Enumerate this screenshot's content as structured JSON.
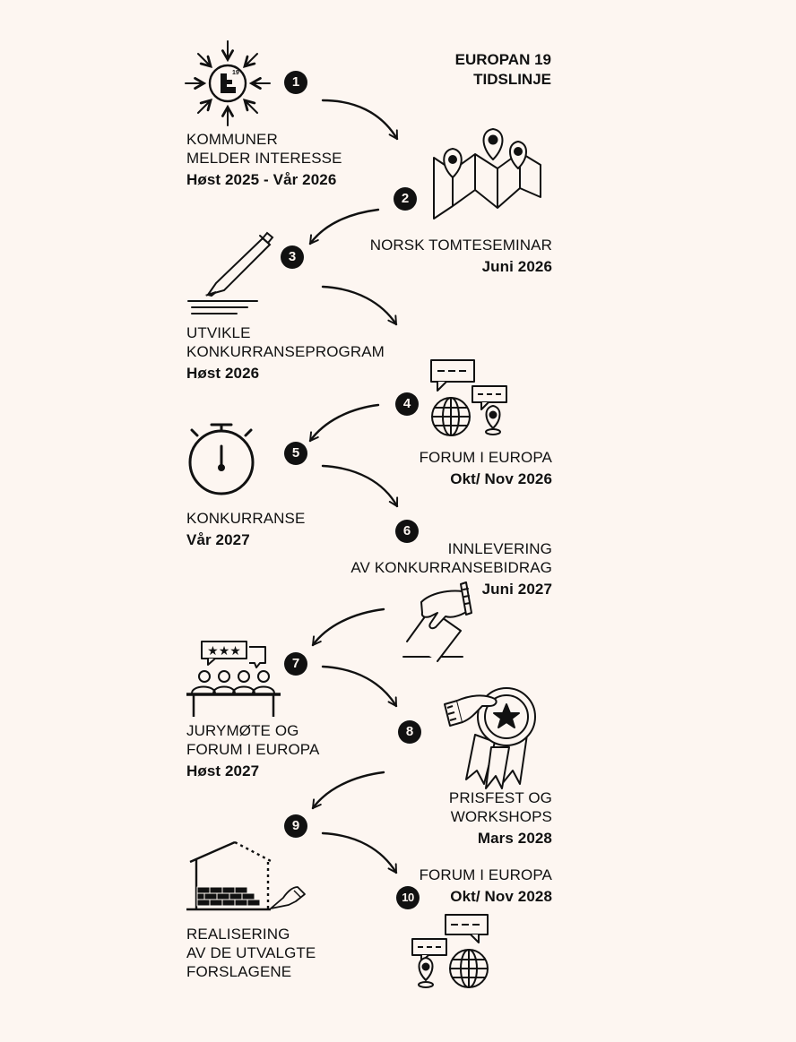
{
  "header": {
    "line1": "EUROPAN 19",
    "line2": "TIDSLINJE"
  },
  "steps": [
    {
      "number": "1",
      "label_lines": [
        "KOMMUNER",
        "MELDER INTERESSE"
      ],
      "date": "Høst 2025 - Vår 2026",
      "icon": "europan-logo-icon"
    },
    {
      "number": "2",
      "label_lines": [
        "NORSK TOMTESEMINAR"
      ],
      "date": "Juni 2026",
      "icon": "map-pins-icon"
    },
    {
      "number": "3",
      "label_lines": [
        "UTVIKLE",
        "KONKURRANSEPROGRAM"
      ],
      "date": "Høst 2026",
      "icon": "pen-writing-icon"
    },
    {
      "number": "4",
      "label_lines": [
        "FORUM I EUROPA"
      ],
      "date": "Okt/ Nov 2026",
      "icon": "globe-chat-icon"
    },
    {
      "number": "5",
      "label_lines": [
        "KONKURRANSE"
      ],
      "date": "Vår 2027",
      "icon": "stopwatch-icon"
    },
    {
      "number": "6",
      "label_lines": [
        "INNLEVERING",
        "AV KONKURRANSEBIDRAG"
      ],
      "date": "Juni 2027",
      "icon": "hand-submit-icon"
    },
    {
      "number": "7",
      "label_lines": [
        "JURYMØTE OG",
        "FORUM I EUROPA"
      ],
      "date": "Høst 2027",
      "icon": "jury-table-icon"
    },
    {
      "number": "8",
      "label_lines": [
        "PRISFEST OG",
        "WORKSHOPS"
      ],
      "date": "Mars 2028",
      "icon": "award-hand-icon"
    },
    {
      "number": "9",
      "label_lines": [
        "REALISERING",
        "AV DE UTVALGTE",
        "FORSLAGENE"
      ],
      "date": "",
      "icon": "building-construction-icon"
    },
    {
      "number": "10",
      "label_lines": [
        "FORUM I EUROPA"
      ],
      "date": "Okt/ Nov 2028",
      "icon": "globe-chat-icon"
    }
  ],
  "icon_texts": {
    "logo_badge": "19",
    "logo_letter": "E"
  },
  "colors": {
    "background": "#fdf6f1",
    "ink": "#111111"
  }
}
